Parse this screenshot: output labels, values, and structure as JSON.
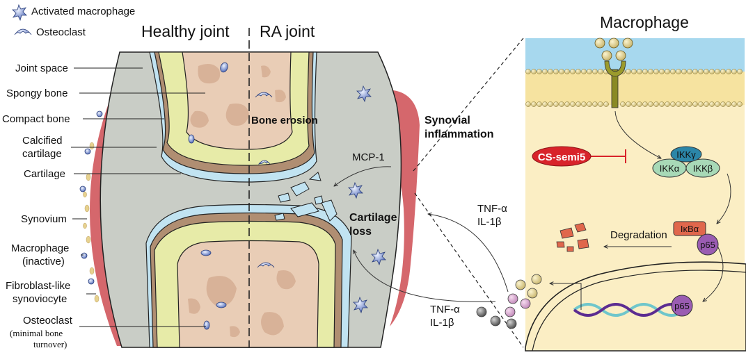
{
  "legend": {
    "activated_macrophage": "Activated  macrophage",
    "osteoclast": "Osteoclast"
  },
  "headers": {
    "healthy": "Healthy joint",
    "ra": "RA joint",
    "macrophage": "Macrophage"
  },
  "left_labels": [
    "Joint space",
    "Spongy bone",
    "Compact bone",
    "Calcified",
    "cartilage",
    "Cartilage",
    "Synovium",
    "Macrophage",
    "(inactive)",
    "Fibroblast-like",
    "synoviocyte",
    "Osteoclast"
  ],
  "osteoclast_note": [
    "(minimal bone",
    "turnover)"
  ],
  "ra_labels": {
    "bone_erosion": "Bone erosion",
    "synovial_1": "Synovial",
    "synovial_2": "inflammation",
    "mcp1": "MCP-1",
    "cartilage_1": "Cartilage",
    "cartilage_2": "loss",
    "tnf_upper": "TNF-α",
    "il_upper": "IL-1β",
    "tnf_lower": "TNF-α",
    "il_lower": "IL-1β"
  },
  "pathway": {
    "drug": "CS-semi5",
    "ikk_gamma": "IKKγ",
    "ikk_alpha": "IKKα",
    "ikk_beta": "IKKβ",
    "ikba": "IκBα",
    "p65_a": "p65",
    "p65_b": "p65",
    "degradation": "Degradation"
  },
  "colors": {
    "joint_space": "#c9cdc6",
    "bone": "#e9cdb6",
    "bone_spot": "#d6ae93",
    "compact": "#e7eba8",
    "cartilage": "#c1e3f1",
    "calcified": "#b08e72",
    "synovium": "#d5676c",
    "cell_bg": "#fbeec4",
    "membrane_blue": "#a7d8ee",
    "drug": "#d8232a",
    "ikk_gamma": "#2b86a8",
    "ikk_ab": "#a8d9b7",
    "ikba": "#e0674c",
    "p65": "#9a5cb2",
    "dna_a": "#5c2c91",
    "dna_b": "#6fc6cb"
  }
}
